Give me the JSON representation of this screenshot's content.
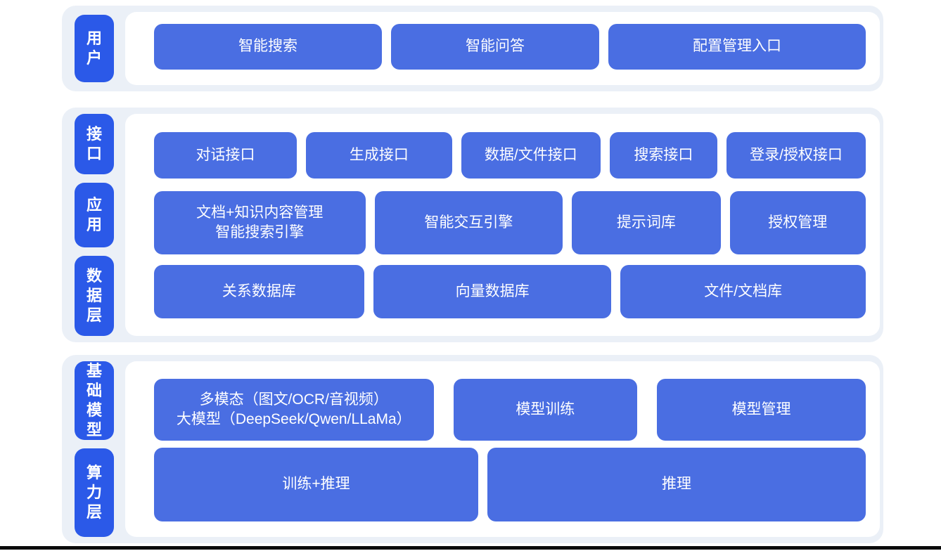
{
  "colors": {
    "button_blue": "#4A6EE2",
    "label_blue": "#2B59E8",
    "group_bg": "#EBF0F7",
    "panel_bg": "#ffffff",
    "text_white": "#ffffff",
    "bottom_edge": "#0a0a0a"
  },
  "groups": [
    {
      "name": "user-layer",
      "labels": [
        "用户"
      ],
      "rows": [
        {
          "blocks": [
            "智能搜索",
            "智能问答",
            "配置管理入口"
          ]
        }
      ]
    },
    {
      "name": "interface-application-data-layer",
      "labels": [
        "接口",
        "应用",
        "数据层"
      ],
      "rows": [
        {
          "blocks": [
            "对话接口",
            "生成接口",
            "数据/文件接口",
            "搜索接口",
            "登录/授权接口"
          ]
        },
        {
          "blocks": [
            "文档+知识内容管理\n智能搜索引擎",
            "智能交互引擎",
            "提示词库",
            "授权管理"
          ]
        },
        {
          "blocks": [
            "关系数据库",
            "向量数据库",
            "文件/文档库"
          ]
        }
      ]
    },
    {
      "name": "foundation-model-compute-layer",
      "labels": [
        "基础模型",
        "算力层"
      ],
      "rows": [
        {
          "blocks": [
            "多模态（图文/OCR/音视频）\n大模型（DeepSeek/Qwen/LLaMa）",
            "模型训练",
            "模型管理"
          ]
        },
        {
          "blocks": [
            "训练+推理",
            "推理"
          ]
        }
      ]
    }
  ]
}
